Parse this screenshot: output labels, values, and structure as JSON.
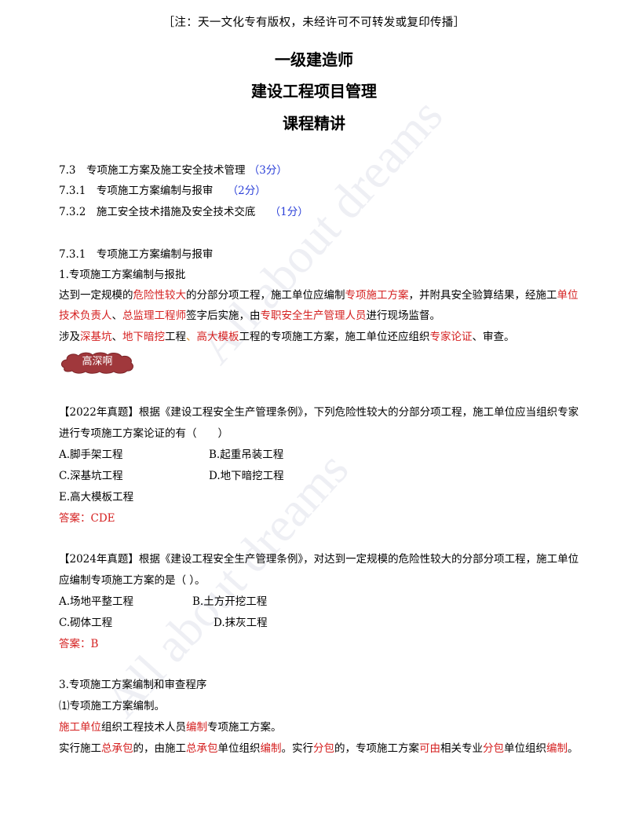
{
  "notice": "［注：天一文化专有版权，未经许可不可转发或复印传播］",
  "titles": [
    "一级建造师",
    "建设工程项目管理",
    "课程精讲"
  ],
  "watermark": "All about dreams",
  "toc": [
    {
      "text": "7.3　专项施工方案及施工安全技术管理",
      "score": "（3分）"
    },
    {
      "text": "7.3.1　专项施工方案编制与报审",
      "score": "（2分）"
    },
    {
      "text": "7.3.2　施工安全技术措施及安全技术交底",
      "score": "（1分）"
    }
  ],
  "section_heading": "7.3.1　专项施工方案编制与报审",
  "sub_heading_1": "1.专项施工方案编制与报批",
  "para1": {
    "a": "达到一定规模的",
    "b": "危险性较大",
    "c": "的分部分项工程，施工单位应编制",
    "d": "专项施工方案",
    "e": "，并附具安全验算结果，经施工",
    "f": "单位",
    "g": "技术负责人",
    "h": "、",
    "i": "总监理工程师",
    "j": "签字后实施，由",
    "k": "专职安全生产管理人员",
    "l": "进行现场监督。"
  },
  "para2": {
    "a": "涉及",
    "b": "深基坑",
    "c": "、",
    "d": "地下暗挖",
    "e": "工程",
    "f": "、",
    "g": "高大模板",
    "h": "工程的专项施工方案，施工单位还应组织",
    "i": "专家论证",
    "j": "、审查。"
  },
  "badge": "高深啊",
  "q1": {
    "line1": "【2022年真题】根据《建设工程安全生产管理条例》，下列危险性较大的分部分项工程，施工单位应当组织专家",
    "line2": "进行专项施工方案论证的有（　　）",
    "options": [
      "A.脚手架工程",
      "B.起重吊装工程",
      "C.深基坑工程",
      "D.地下暗挖工程",
      "E.高大模板工程"
    ],
    "answer": "答案：CDE"
  },
  "q2": {
    "line1": "【2024年真题】根据《建设工程安全生产管理条例》，对达到一定规模的危险性较大的分部分项工程，施工单位",
    "line2": "应编制专项施工方案的是（ ）。",
    "options": [
      "A.场地平整工程",
      "B.土方开挖工程",
      "C.砌体工程",
      "D.抹灰工程"
    ],
    "answer": "答案：B"
  },
  "sub_heading_3": "3.专项施工方案编制和审查程序",
  "item_1": "⑴专项施工方案编制。",
  "para3": {
    "a": "施工单位",
    "b": "组织工程技术人员",
    "c": "编制",
    "d": "专项施工方案。"
  },
  "para4": {
    "a": "实行施工",
    "b": "总承包",
    "c": "的，由施工",
    "d": "总承包",
    "e": "单位组织",
    "f": "编制",
    "g": "。实行",
    "h": "分包",
    "i": "的，专项施工方案",
    "j": "可由",
    "k": "相关专业",
    "l": "分包",
    "m": "单位组织",
    "n": "编制",
    "o": "。"
  },
  "colors": {
    "text": "#000000",
    "highlight_red": "#d52020",
    "score_blue": "#2a3fd8",
    "badge_fill": "#a0383c"
  }
}
